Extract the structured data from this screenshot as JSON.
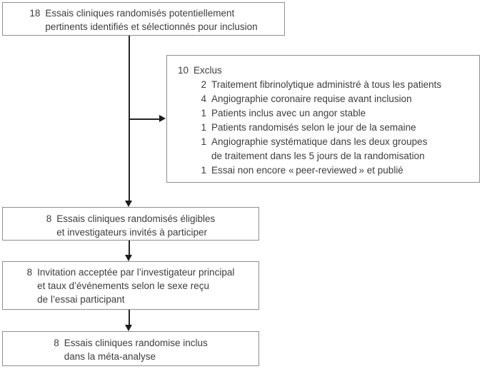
{
  "diagram": {
    "background": "#ffffff",
    "box_border_color": "#8e8e8e",
    "line_color": "#262626",
    "text_color": "#3d3d3d"
  },
  "boxes": {
    "identified": {
      "num": "18",
      "line1": "Essais cliniques randomisés potentiellement",
      "line2": "pertinents identifiés et sélectionnés pour inclusion"
    },
    "excluded": {
      "num": "10",
      "label": "Exclus",
      "items": [
        {
          "num": "2",
          "text": "Traitement fibrinolytique administré à tous les patients"
        },
        {
          "num": "4",
          "text": "Angiographie coronaire requise avant inclusion"
        },
        {
          "num": "1",
          "text": "Patients inclus avec un angor stable"
        },
        {
          "num": "1",
          "text": "Patients randomisés selon le jour de la semaine"
        },
        {
          "num": "1",
          "text": "Angiographie systématique dans les deux groupes",
          "text2": "de traitement dans les 5 jours de la randomisation"
        },
        {
          "num": "1",
          "text": "Essai non encore « peer-reviewed » et publié"
        }
      ]
    },
    "eligible": {
      "num": "8",
      "line1": "Essais cliniques randomisés éligibles",
      "line2": "et investigateurs invités à participer"
    },
    "accepted": {
      "num": "8",
      "line1": "Invitation acceptée par l’investigateur principal",
      "line2": "et taux d’événements selon le sexe reçu",
      "line3": "de l’essai participant"
    },
    "included": {
      "num": "8",
      "line1": "Essais cliniques randomise inclus",
      "line2": "dans la méta-analyse"
    }
  }
}
